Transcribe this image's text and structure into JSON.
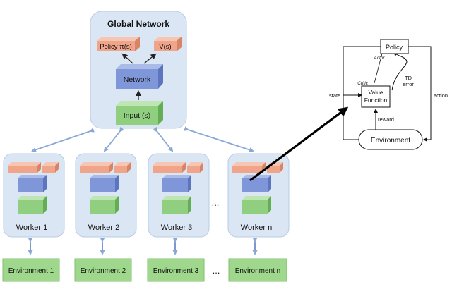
{
  "global": {
    "title": "Global Network",
    "policy": "Policy π(s)",
    "value": "V(s)",
    "network": "Network",
    "input": "Input (s)"
  },
  "workers": [
    {
      "label": "Worker 1",
      "env": "Environment 1"
    },
    {
      "label": "Worker 2",
      "env": "Environment 2"
    },
    {
      "label": "Worker 3",
      "env": "Environment 3"
    },
    {
      "label": "Worker n",
      "env": "Environment n"
    }
  ],
  "ellipsis": "...",
  "actor_critic": {
    "policy": "Policy",
    "actor": "Actor",
    "critic": "Critic",
    "value_function_line1": "Value",
    "value_function_line2": "Function",
    "td_line1": "TD",
    "td_line2": "error",
    "state": "state",
    "action": "action",
    "reward": "reward",
    "environment": "Environment"
  },
  "colors": {
    "panel": "#dbe6f5",
    "panel_border": "#b9cbe6",
    "orange": "#f0a58a",
    "blue": "#7f97d8",
    "green": "#8fcf7f",
    "env_green": "#9fd88c",
    "arrow_blue": "#8aa8d6"
  }
}
